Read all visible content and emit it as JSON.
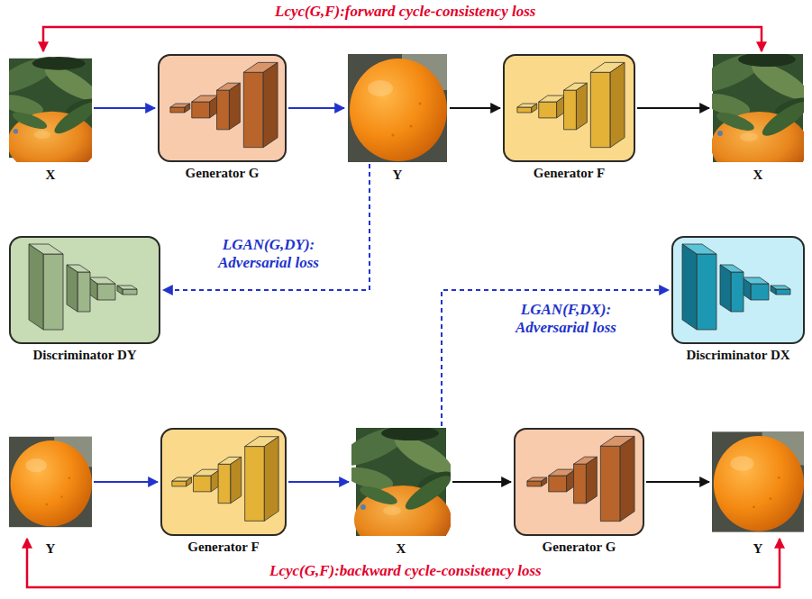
{
  "diagram": {
    "nodes": [
      {
        "text": [
          "X"
        ]
      },
      {
        "text": [
          "Generator G"
        ]
      },
      {
        "text": [
          "Y"
        ]
      },
      {
        "text": [
          "Generator F"
        ]
      },
      {
        "text": [
          "X"
        ]
      },
      {
        "text": [
          "Discriminator DY"
        ]
      },
      {
        "text": [
          "Discriminator DX"
        ]
      },
      {
        "text": [
          "Y"
        ]
      },
      {
        "text": [
          "Generator F"
        ]
      },
      {
        "text": [
          "X"
        ]
      },
      {
        "text": [
          "Generator G"
        ]
      },
      {
        "text": [
          "Y"
        ]
      }
    ],
    "edges": [
      {
        "from": 0,
        "to": 1,
        "arrow": "to"
      },
      {
        "from": 1,
        "to": 2,
        "arrow": "to"
      },
      {
        "from": 2,
        "to": 3,
        "arrow": "to"
      },
      {
        "from": 3,
        "to": 4,
        "arrow": "to"
      },
      {
        "from": 0,
        "to": 4,
        "arrow": "both",
        "label": "Lcyc(G,F):forward cycle-consistency loss"
      },
      {
        "from": 2,
        "to": 5,
        "arrow": "to",
        "label": "LGAN(G,DY): Adversarial loss"
      },
      {
        "from": 9,
        "to": 6,
        "arrow": "to",
        "label": "LGAN(F,DX): Adversarial loss"
      },
      {
        "from": 7,
        "to": 8,
        "arrow": "to"
      },
      {
        "from": 8,
        "to": 9,
        "arrow": "to"
      },
      {
        "from": 9,
        "to": 10,
        "arrow": "to"
      },
      {
        "from": 10,
        "to": 11,
        "arrow": "to"
      },
      {
        "from": 7,
        "to": 11,
        "arrow": "both",
        "label": "Lcyc(G,F):backward cycle-consistency loss"
      }
    ]
  }
}
